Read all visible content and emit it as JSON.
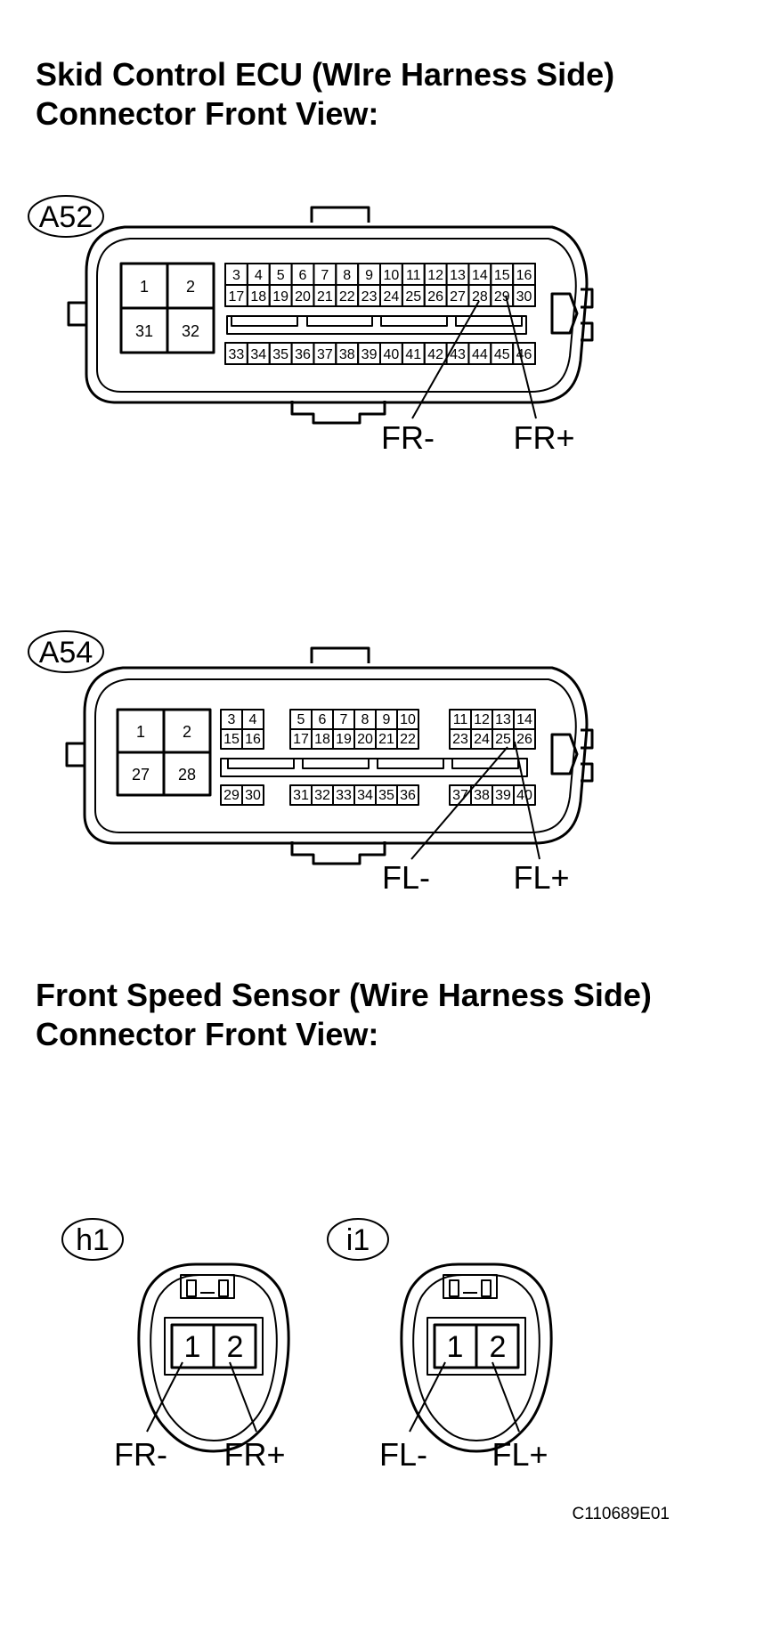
{
  "headings": {
    "ecu": [
      "Skid Control ECU (WIre Harness Side)",
      "Connector Front View:"
    ],
    "sensor": [
      "Front Speed Sensor (Wire Harness Side)",
      "Connector Front View:"
    ]
  },
  "connectors": {
    "A52": {
      "tag": "A52",
      "big_pins": [
        "1",
        "2",
        "31",
        "32"
      ],
      "row1": [
        "3",
        "4",
        "5",
        "6",
        "7",
        "8",
        "9",
        "10",
        "11",
        "12",
        "13",
        "14",
        "15",
        "16"
      ],
      "row2": [
        "17",
        "18",
        "19",
        "20",
        "21",
        "22",
        "23",
        "24",
        "25",
        "26",
        "27",
        "28",
        "29",
        "30"
      ],
      "row3": [
        "33",
        "34",
        "35",
        "36",
        "37",
        "38",
        "39",
        "40",
        "41",
        "42",
        "43",
        "44",
        "45",
        "46"
      ],
      "callouts": [
        "FR-",
        "FR+"
      ]
    },
    "A54": {
      "tag": "A54",
      "big_pins": [
        "1",
        "2",
        "27",
        "28"
      ],
      "groupA_row1": [
        "3",
        "4"
      ],
      "groupA_row2": [
        "15",
        "16"
      ],
      "groupA_row3": [
        "29",
        "30"
      ],
      "groupB_row1": [
        "5",
        "6",
        "7",
        "8",
        "9",
        "10"
      ],
      "groupB_row2": [
        "17",
        "18",
        "19",
        "20",
        "21",
        "22"
      ],
      "groupB_row3": [
        "31",
        "32",
        "33",
        "34",
        "35",
        "36"
      ],
      "groupC_row1": [
        "11",
        "12",
        "13",
        "14"
      ],
      "groupC_row2": [
        "23",
        "24",
        "25",
        "26"
      ],
      "groupC_row3": [
        "37",
        "38",
        "39",
        "40"
      ],
      "callouts": [
        "FL-",
        "FL+"
      ]
    },
    "h1": {
      "tag": "h1",
      "pins": [
        "1",
        "2"
      ],
      "callouts": [
        "FR-",
        "FR+"
      ]
    },
    "i1": {
      "tag": "i1",
      "pins": [
        "1",
        "2"
      ],
      "callouts": [
        "FL-",
        "FL+"
      ]
    }
  },
  "figure_code": "C110689E01"
}
